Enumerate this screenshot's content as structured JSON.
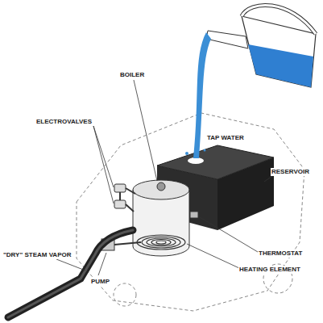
{
  "diagram": {
    "labels": [
      "BOILER",
      "TAP WATER",
      "RESERVOIR",
      "ELECTROVALVES",
      "THERMOSTAT",
      "HEATING ELEMENT",
      "PUMP",
      "\"DRY\" STEAM VAPOR"
    ]
  }
}
